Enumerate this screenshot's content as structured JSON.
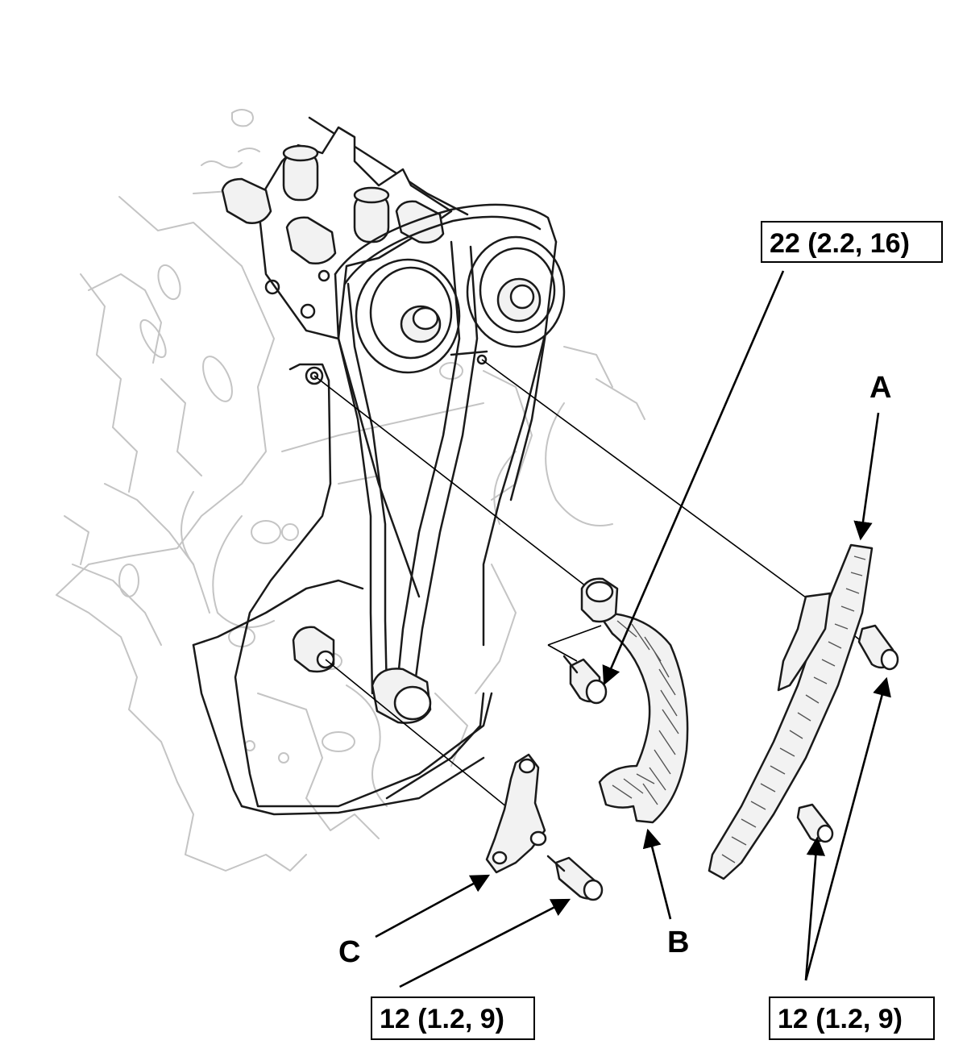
{
  "labels": {
    "a": "A",
    "b": "B",
    "c": "C"
  },
  "torque_specs": {
    "top_right": "22 (2.2, 16)",
    "bottom_left": "12 (1.2, 9)",
    "bottom_right": "12 (1.2, 9)"
  }
}
